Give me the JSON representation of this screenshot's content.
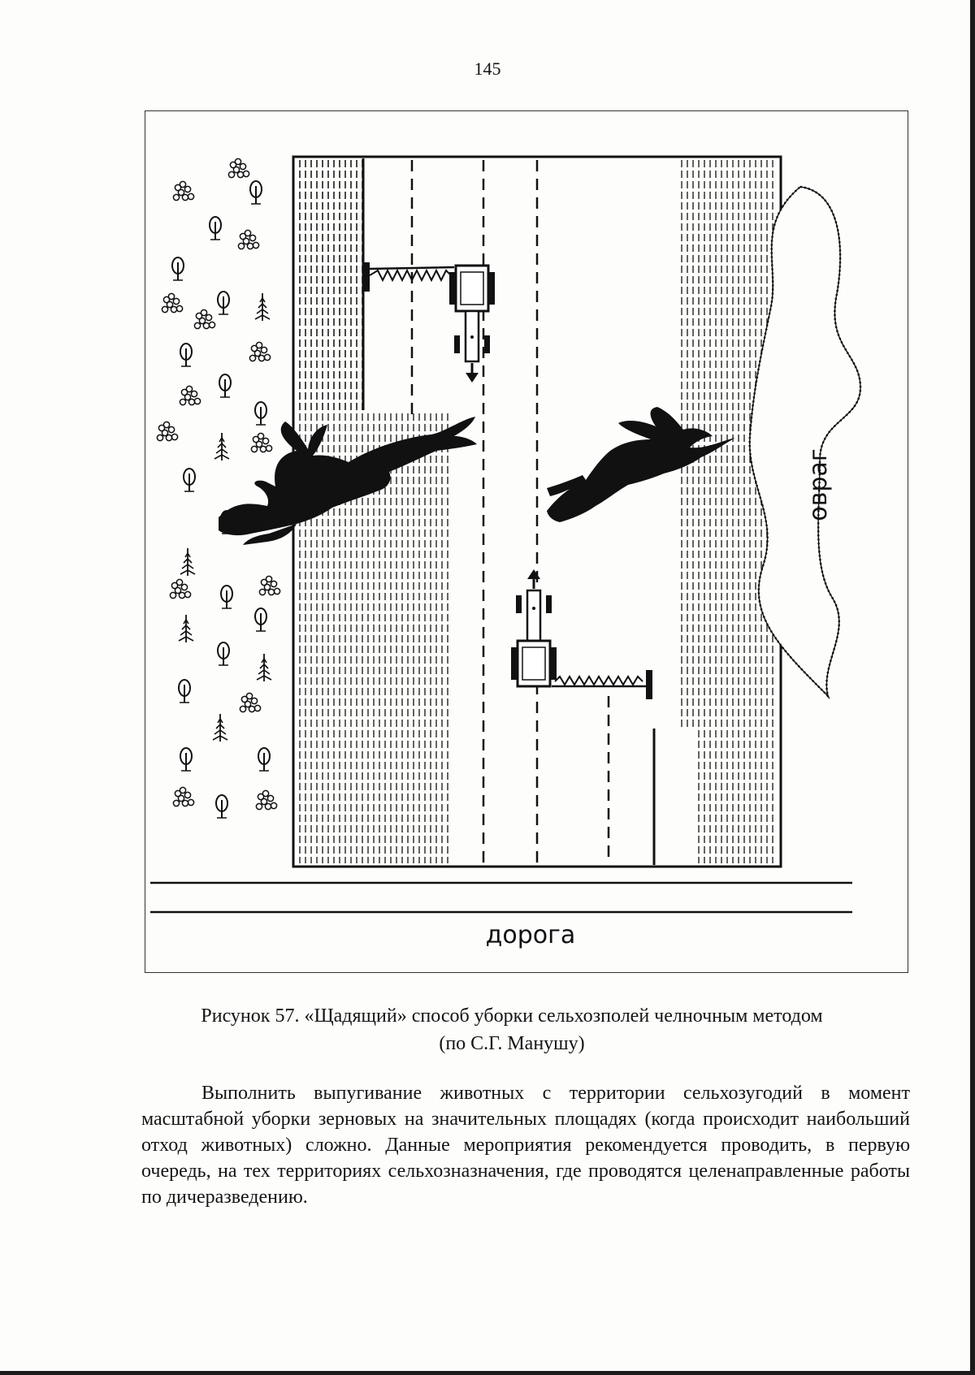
{
  "page": {
    "number": "145"
  },
  "figure": {
    "labels": {
      "ravine": "овраг",
      "road": "дорога"
    },
    "caption_line1": "Рисунок 57. «Щадящий» способ уборки сельхозполей челночным методом",
    "caption_line2": "(по С.Г. Манушу)"
  },
  "body": {
    "paragraph": "Выполнить выпугивание животных с территории сельхозугодий в момент масштабной уборки зерновых на значительных площадях (когда происходит наибольший отход животных) сложно. Данные мероприятия рекомендуется проводить, в первую очередь, на тех территориях сельхозназначения, где проводятся целенаправленные работы по дичеразведению."
  },
  "icons": [
    "tree-icon",
    "bush-icon",
    "fir-icon",
    "hare-icon",
    "tractor-icon",
    "mower-icon",
    "arrow-down-icon",
    "arrow-up-icon"
  ]
}
